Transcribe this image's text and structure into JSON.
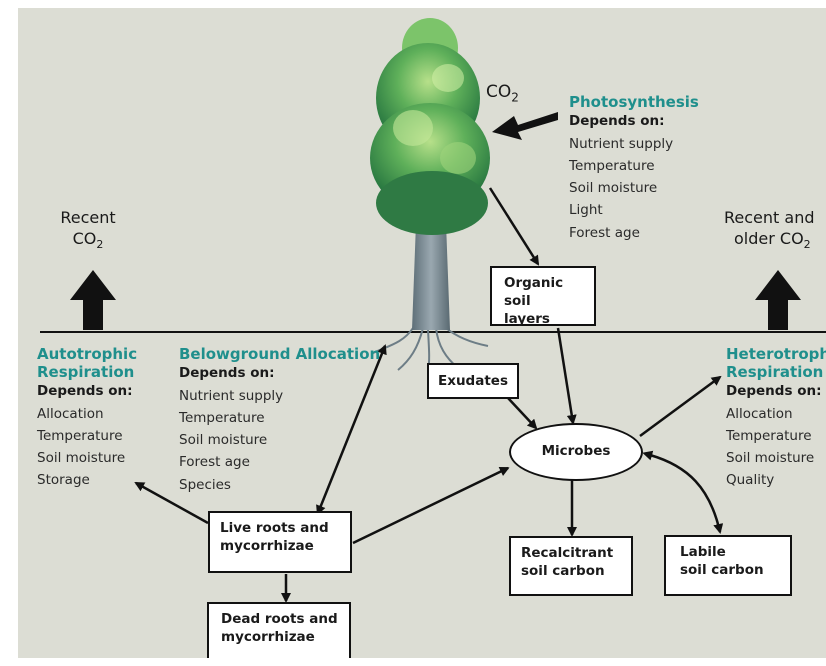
{
  "co2_label": "CO",
  "co2_sub": "2",
  "photosynthesis": {
    "title": "Photosynthesis",
    "depends": "Depends on:",
    "factors": [
      "Nutrient supply",
      "Temperature",
      "Soil moisture",
      "Light",
      "Forest age"
    ]
  },
  "recent_co2": {
    "line1": "Recent",
    "line2": "CO",
    "sub": "2"
  },
  "recent_older_co2": {
    "line1": "Recent and",
    "line2": "older CO",
    "sub": "2"
  },
  "autotrophic": {
    "title_line1": "Autotrophic",
    "title_line2": "Respiration",
    "depends": "Depends on:",
    "factors": [
      "Allocation",
      "Temperature",
      "Soil moisture",
      "Storage"
    ]
  },
  "belowground": {
    "title": "Belowground Allocation",
    "depends": "Depends on:",
    "factors": [
      "Nutrient supply",
      "Temperature",
      "Soil moisture",
      "Forest age",
      "Species"
    ]
  },
  "heterotrophic": {
    "title_line1": "Heterotrophic",
    "title_line2": "Respiration",
    "depends": "Depends on:",
    "factors": [
      "Allocation",
      "Temperature",
      "Soil moisture",
      "Quality"
    ]
  },
  "boxes": {
    "organic_soil": [
      "Organic soil",
      "layers"
    ],
    "exudates": "Exudates",
    "microbes": "Microbes",
    "live_roots": [
      "Live roots and",
      "mycorrhizae"
    ],
    "dead_roots": [
      "Dead roots and",
      "mycorrhizae"
    ],
    "recalcitrant": [
      "Recalcitrant",
      "soil carbon"
    ],
    "labile": [
      "Labile",
      "soil carbon"
    ]
  },
  "colors": {
    "background": "#dcddd4",
    "accent": "#1f8f8c",
    "arrow": "#111111",
    "foliage": "#3a9a4a",
    "trunk": "#7d8f99"
  }
}
